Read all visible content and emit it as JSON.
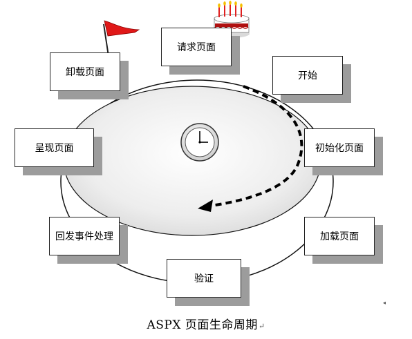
{
  "diagram": {
    "caption": "ASPX 页面生命周期",
    "caption_mark": "↵",
    "stages": {
      "request": "请求页面",
      "start": "开始",
      "init": "初始化页面",
      "load": "加载页面",
      "validate": "验证",
      "postback": "回发事件处理",
      "render": "呈现页面",
      "unload": "卸载页面"
    },
    "corner_mark": "◂",
    "icons": [
      "birthday-cake-icon",
      "red-flag-icon",
      "clock-icon",
      "dashed-arrow-icon"
    ]
  }
}
